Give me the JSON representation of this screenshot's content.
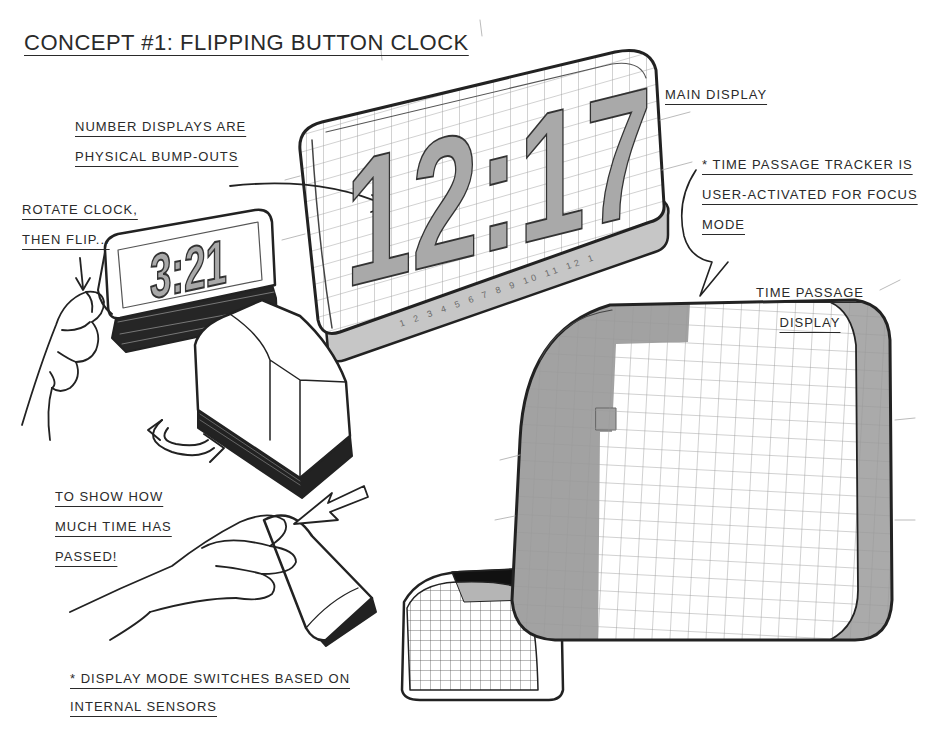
{
  "diagram": {
    "title": "CONCEPT #1: FLIPPING BUTTON CLOCK",
    "labels": [
      "NUMBER DISPLAYS ARE PHYSICAL BUMP-OUTS",
      "12:17",
      "MAIN DISPLAY",
      "* TIME PASSAGE TRACKER IS USER-ACTIVATED FOR FOCUS MODE",
      "ROTATE CLOCK, THEN FLIP...",
      "3:21",
      "1 2 3 4 5 6 7 8 9 10 11 12 1",
      "TIME PASSAGE DISPLAY",
      "TO SHOW HOW MUCH TIME HAS PASSED!",
      "* DISPLAY MODE SWITCHES BASED ON INTERNAL SENSORS"
    ]
  }
}
